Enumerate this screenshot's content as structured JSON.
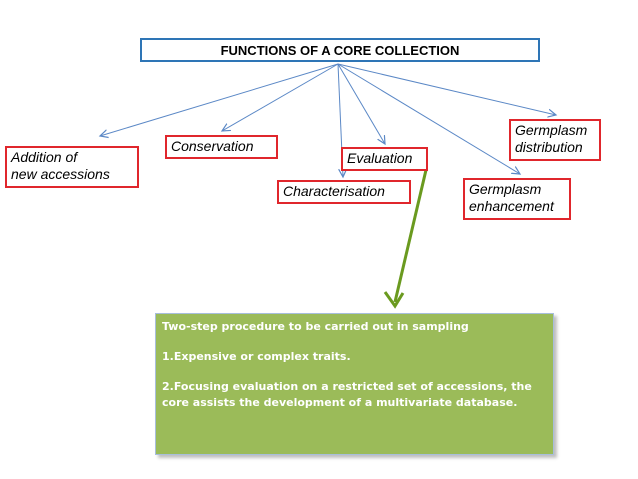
{
  "title": "FUNCTIONS OF A CORE COLLECTION",
  "nodes": {
    "addition": [
      "Addition of",
      "new accessions"
    ],
    "conservation": "Conservation",
    "characterisation": "Characterisation",
    "evaluation": "Evaluation",
    "enhancement": [
      "Germplasm",
      "enhancement"
    ],
    "distribution": [
      "Germplasm",
      "distribution"
    ]
  },
  "info": {
    "heading": "Two-step procedure to be carried out in sampling",
    "point1": "1.Expensive or complex traits.",
    "point2": "2.Focusing evaluation on a restricted set of accessions, the core assists the development of a multivariate database."
  },
  "colors": {
    "title_border": "#2e75b6",
    "node_border": "#e0262c",
    "connector": "#5b88c6",
    "info_fill": "#9bbb59",
    "green_arrow": "#6a9a1f"
  }
}
